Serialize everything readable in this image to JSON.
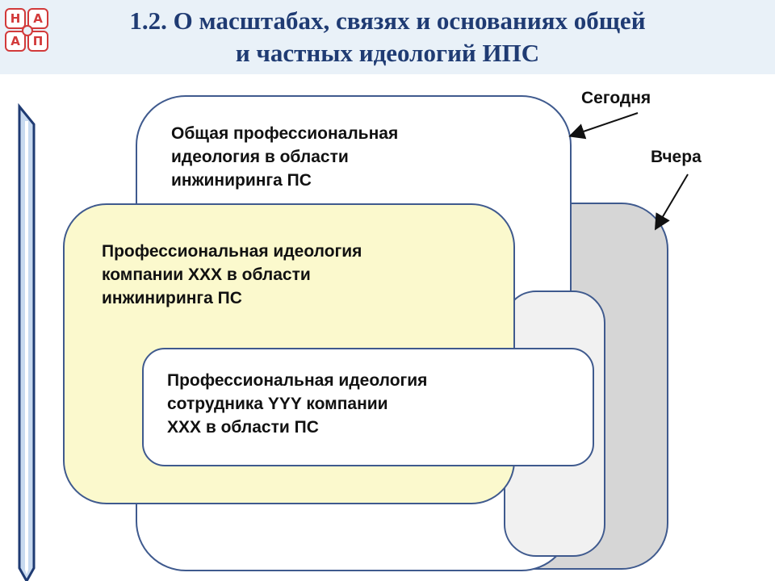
{
  "logo": {
    "letters": [
      "Н",
      "А",
      "А",
      "П"
    ]
  },
  "header": {
    "title_line1": "1.2. О масштабах, связях и основаниях общей",
    "title_line2": "и частных  идеологий ИПС"
  },
  "labels": {
    "today": "Сегодня",
    "yesterday": "Вчера"
  },
  "boxes": {
    "general": [
      "Общая профессиональная",
      "идеология в области",
      "инжиниринга ПС"
    ],
    "company": [
      "Профессиональная идеология",
      "компании ХХХ в области",
      "инжиниринга ПС"
    ],
    "employee": [
      "Профессиональная идеология",
      "сотрудника YYY  компании",
      "ХХХ в области ПС"
    ]
  },
  "colors": {
    "title": "#1f3b73",
    "border": "#3f5a8e",
    "yesterday_fill": "#d6d6d6",
    "company_fill": "#fbf9cd",
    "inner_gray_fill": "#f1f1f1",
    "header_bg": "#e9f1f8",
    "logo": "#d23a3a"
  }
}
